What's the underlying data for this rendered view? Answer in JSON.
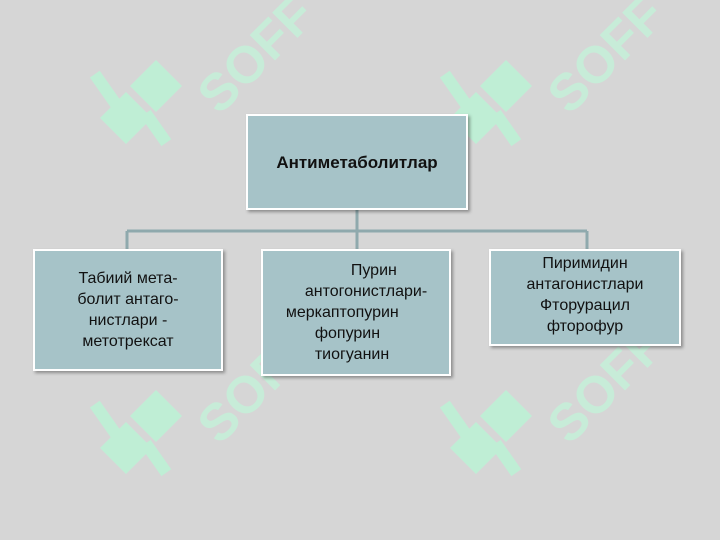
{
  "watermark_text": "SOFF",
  "diagram": {
    "root": {
      "label": "Антиметаболитлар"
    },
    "children": [
      {
        "lines": [
          "Табиий мета-",
          "болит антаго-",
          "нистлари -",
          "метотрексат"
        ]
      },
      {
        "lines": [
          "Пурин",
          "антогонистлари-",
          "меркаптопурин",
          "фопурин",
          "тиогуанин"
        ]
      },
      {
        "lines": [
          "Пиримидин",
          "антагонистлари",
          "Фторурацил",
          "фторофур"
        ]
      }
    ]
  },
  "colors": {
    "background": "#d6d6d6",
    "box_fill": "#a6c3c8",
    "connector": "#8fa9ad",
    "watermark": "#b8ecd0"
  }
}
